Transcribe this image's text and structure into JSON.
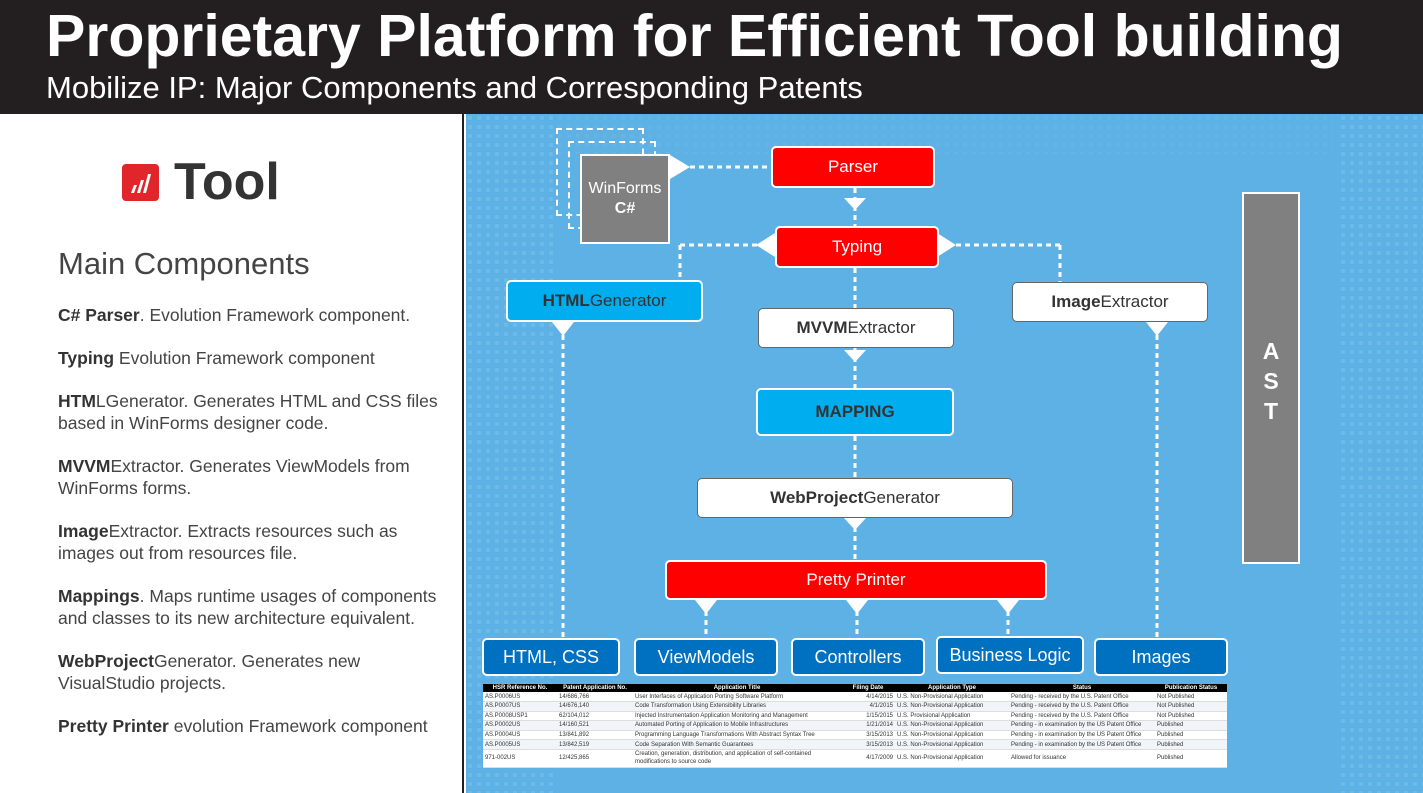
{
  "header": {
    "title": "Proprietary Platform for Efficient Tool building",
    "subtitle": "Mobilize IP: Major Components and Corresponding Patents"
  },
  "left": {
    "tool_name": "Tool",
    "main_heading": "Main Components",
    "components": [
      {
        "bold": "C# Parser",
        "rest": ". Evolution Framework component."
      },
      {
        "bold": "Typing",
        "rest": " Evolution Framework component"
      },
      {
        "bold": "HTM",
        "rest": "LGenerator. Generates HTML and CSS files based in WinForms designer code."
      },
      {
        "bold": "MVVM",
        "rest": "Extractor. Generates ViewModels from WinForms forms."
      },
      {
        "bold": "Image",
        "rest": "Extractor. Extracts resources such as images out from resources file."
      },
      {
        "bold": "Mappings",
        "rest": ". Maps runtime usages of components and classes to its new architecture equivalent."
      },
      {
        "bold": "WebProject",
        "rest": "Generator. Generates new VisualStudio projects."
      },
      {
        "bold": "Pretty Printer",
        "rest": " evolution Framework component"
      }
    ]
  },
  "diagram": {
    "winforms_line1": "WinForms",
    "winforms_line2": "C#",
    "parser": "Parser",
    "typing": "Typing",
    "html_generator_bold": "HTML",
    "html_generator_rest": "Generator",
    "mvvm_bold": "MVVM",
    "mvvm_rest": "Extractor",
    "image_extractor_bold": "Image",
    "image_extractor_rest": "Extractor",
    "mapping": "MAPPING",
    "webproject_bold": "WebProject",
    "webproject_rest": "Generator",
    "pretty_printer": "Pretty Printer",
    "ast_letters": [
      "A",
      "S",
      "T"
    ],
    "outputs": [
      "HTML, CSS",
      "ViewModels",
      "Controllers",
      "Business Logic",
      "Images"
    ]
  },
  "patents": {
    "columns": [
      "HSR Reference No.",
      "Patent Application No.",
      "Application Title",
      "Filing Date",
      "Application Type",
      "Status",
      "Publication Status"
    ],
    "rows": [
      [
        "AS.P0006US",
        "14/686,766",
        "User Interfaces of Application Porting Software Platform",
        "4/14/2015",
        "U.S. Non-Provisional Application",
        "Pending - received by the U.S. Patent Office",
        "Not Published"
      ],
      [
        "AS.P0007US",
        "14/676,140",
        "Code Transformation Using Extensibility Libraries",
        "4/1/2015",
        "U.S. Non-Provisional Application",
        "Pending - received by the U.S. Patent Office",
        "Not Published"
      ],
      [
        "AS.P0008USP1",
        "62/104,012",
        "Injected Instrumentation Application Monitoring and Management",
        "1/15/2015",
        "U.S. Provisional Application",
        "Pending - received by the U.S. Patent Office",
        "Not Published"
      ],
      [
        "AS.P0002US",
        "14/160,521",
        "Automated Porting of Application to Mobile Infrastructures",
        "1/21/2014",
        "U.S. Non-Provisional Application",
        "Pending - in examination by the US Patent Office",
        "Published"
      ],
      [
        "AS.P0004US",
        "13/841,892",
        "Programming Language Transformations With Abstract Syntax Tree",
        "3/15/2013",
        "U.S. Non-Provisional Application",
        "Pending - in examination by the US Patent Office",
        "Published"
      ],
      [
        "AS.P0005US",
        "13/842,519",
        "Code Separation With Semantic Guarantees",
        "3/15/2013",
        "U.S. Non-Provisional Application",
        "Pending - in examination by the US Patent Office",
        "Published"
      ],
      [
        "971-002US",
        "12/425,865",
        "Creation, generation, distribution, and application of self-contained modifications to source code",
        "4/17/2009",
        "U.S. Non-Provisional Application",
        "Allowed for issuance",
        "Published"
      ]
    ]
  },
  "colors": {
    "header_bg": "#231f20",
    "diagram_bg": "#5db1e4",
    "red_box": "#ff0000",
    "cyan_box": "#00aeef",
    "dark_blue_box": "#0070c0",
    "grey_box": "#808080",
    "logo_red": "#e0262b"
  },
  "icons": {
    "logo": "bar-chart-logo-icon"
  }
}
